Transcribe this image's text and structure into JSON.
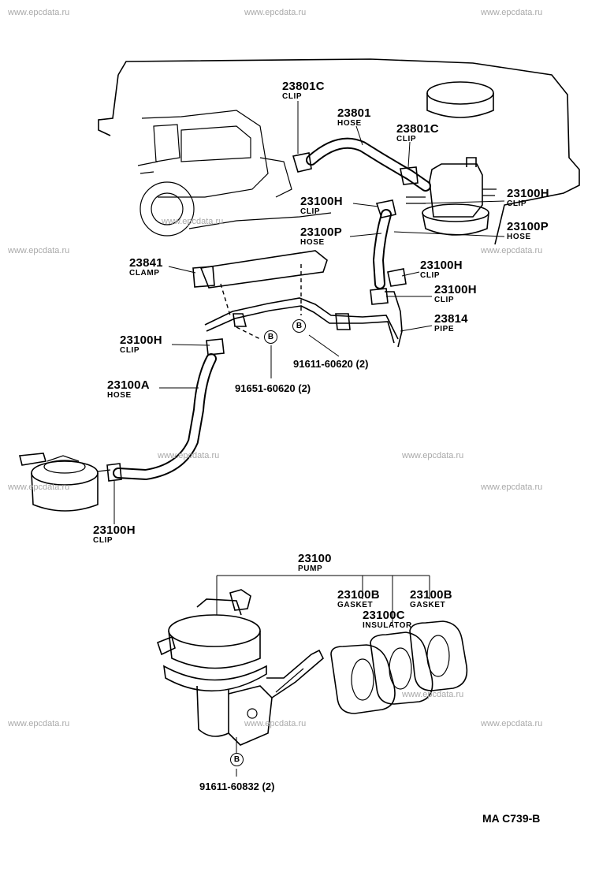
{
  "watermark": "www.epcdata.ru",
  "callouts": [
    {
      "id": "c1",
      "part": "23801C",
      "name": "CLIP"
    },
    {
      "id": "c2",
      "part": "23801",
      "name": "HOSE"
    },
    {
      "id": "c3",
      "part": "23801C",
      "name": "CLIP"
    },
    {
      "id": "c4",
      "part": "23100H",
      "name": "CLIP"
    },
    {
      "id": "c5",
      "part": "23100H",
      "name": "CLIP"
    },
    {
      "id": "c6",
      "part": "23100P",
      "name": "HOSE"
    },
    {
      "id": "c7",
      "part": "23100P",
      "name": "HOSE"
    },
    {
      "id": "c8",
      "part": "23841",
      "name": "CLAMP"
    },
    {
      "id": "c9",
      "part": "23100H",
      "name": "CLIP"
    },
    {
      "id": "c10",
      "part": "23100H",
      "name": "CLIP"
    },
    {
      "id": "c11",
      "part": "23814",
      "name": "PIPE"
    },
    {
      "id": "c12",
      "part": "23100H",
      "name": "CLIP"
    },
    {
      "id": "c13",
      "part": "23100A",
      "name": "HOSE"
    },
    {
      "id": "c14",
      "part": "23100H",
      "name": "CLIP"
    },
    {
      "id": "c15",
      "part": "23100",
      "name": "PUMP"
    },
    {
      "id": "c16",
      "part": "23100B",
      "name": "GASKET"
    },
    {
      "id": "c17",
      "part": "23100B",
      "name": "GASKET"
    },
    {
      "id": "c18",
      "part": "23100C",
      "name": "INSULATOR"
    }
  ],
  "references": [
    {
      "id": "r1",
      "text": "91611-60620 (2)"
    },
    {
      "id": "r2",
      "text": "91651-60620 (2)"
    },
    {
      "id": "r3",
      "text": "91611-60832 (2)"
    }
  ],
  "bolt_mark": "B",
  "diagram_code": "MA  C739-B"
}
